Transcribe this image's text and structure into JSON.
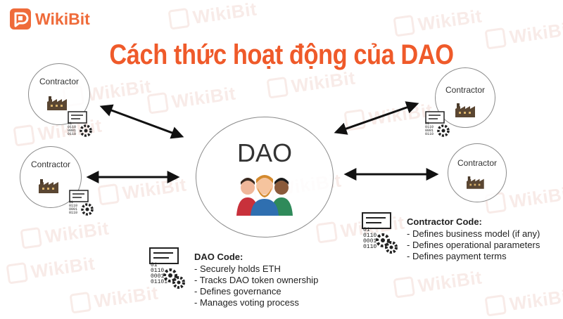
{
  "brand": {
    "name": "WikiBit",
    "color": "#ef6b3a"
  },
  "title": "Cách thức hoạt động của DAO",
  "dao": {
    "label": "DAO"
  },
  "contractors": [
    {
      "label": "Contractor"
    },
    {
      "label": "Contractor"
    },
    {
      "label": "Contractor"
    },
    {
      "label": "Contractor"
    }
  ],
  "dao_code": {
    "title": "DAO Code:",
    "items": [
      "Securely holds ETH",
      "Tracks DAO token ownership",
      "Defines governance",
      "Manages voting process"
    ]
  },
  "contractor_code": {
    "title": "Contractor Code:",
    "items": [
      "Defines business model (if any)",
      "Defines operational parameters",
      "Defines payment terms"
    ]
  },
  "code_icon_text": {
    "line1": "01",
    "line2": "0110",
    "line3": "0001",
    "line4": "0110"
  },
  "dao_code_icon_text": {
    "line1": "01",
    "line2": "0110",
    "line3": "0001",
    "line4": "01101"
  }
}
